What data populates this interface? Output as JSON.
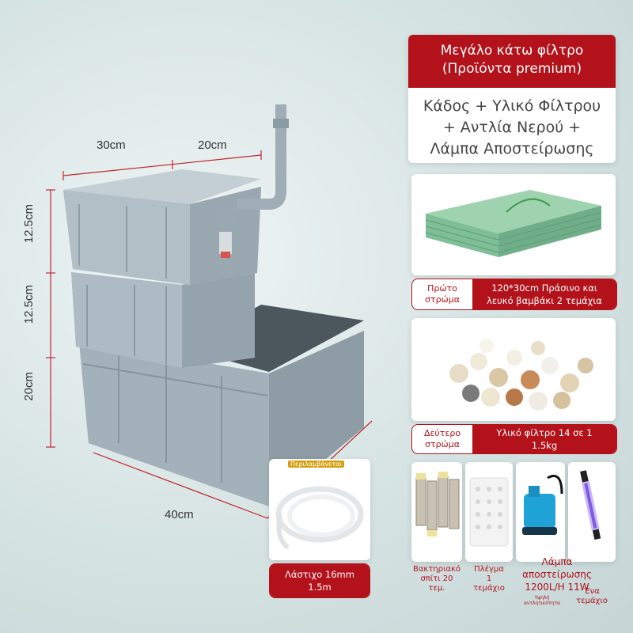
{
  "dimensions": {
    "width_top_left": "30cm",
    "width_top_right": "20cm",
    "height_top": "12.5cm",
    "height_middle": "12.5cm",
    "height_bottom": "20cm",
    "length_bottom": "40cm"
  },
  "header": {
    "title_line1": "Μεγάλο κάτω φίλτρο",
    "title_line2": "(Προϊόντα premium)",
    "desc_line1": "Κάδος + Υλικό Φίλτρου",
    "desc_line2": "+ Αντλία Νερού +",
    "desc_line3": "Λάμπα Αποστείρωσης"
  },
  "layer1": {
    "label_line1": "Πρώτο",
    "label_line2": "στρώμα",
    "desc_line1": "120*30cm Πράσινο και",
    "desc_line2": "λευκό βαμβάκι 2 τεμάχια"
  },
  "layer2": {
    "label_line1": "Δεύτερο",
    "label_line2": "στρώμα",
    "desc_line1": "Υλικό φίλτρο 14 σε 1",
    "desc_line2": "1.5kg"
  },
  "hose": {
    "tag": "Περιλαμβάνεται",
    "label_line1": "Λάστιχο 16mm",
    "label_line2": "1.5m"
  },
  "accessories": {
    "bacteria_line1": "Βακτηριακό",
    "bacteria_line2": "σπίτι 20",
    "bacteria_line3": "τεμ.",
    "mesh_line1": "Πλέγμα",
    "mesh_line2": "1",
    "mesh_line3": "τεμάχιο",
    "lamp_line1": "Λάμπα",
    "lamp_line2": "αποστείρωσης",
    "lamp_line3": "1200L/H 11W",
    "lamp_extra1": "Ένα",
    "lamp_extra2": "τεμάχιο",
    "lamp_tiny": "Υψηλή αντλητικότητα"
  },
  "colors": {
    "accent_red": "#b3121b",
    "box_gray": "#9aa9b2",
    "foam_green": "#7fbf98"
  }
}
